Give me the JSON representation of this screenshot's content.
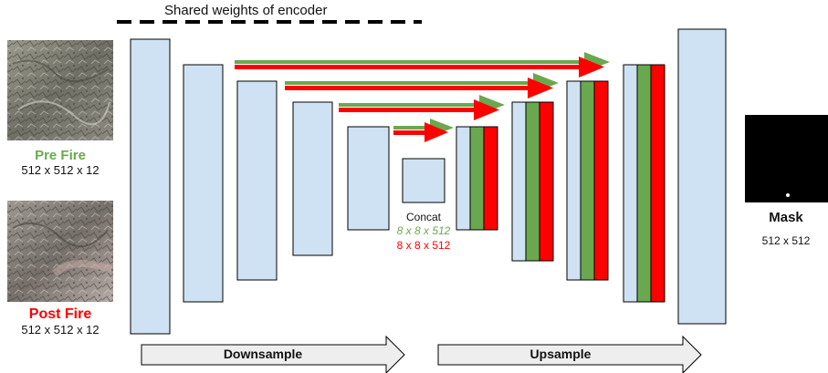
{
  "diagram": {
    "shared_weights_label": "Shared weights of encoder",
    "inputs": {
      "pre": {
        "name": "Pre Fire",
        "size": "512 x 512 x 12"
      },
      "post": {
        "name": "Post Fire",
        "size": "512 x 512 x 12"
      }
    },
    "concat": {
      "title": "Concat",
      "line_pre": "8 x 8 x 512",
      "line_post": "8 x 8 x 512"
    },
    "output": {
      "name": "Mask",
      "size": "512 x 512"
    },
    "downsample_label": "Downsample",
    "upsample_label": "Upsample"
  },
  "colors": {
    "block_fill": "#cfe2f3",
    "pre_green": "#6aa84f",
    "post_red": "#ff0000",
    "arrow_fill": "#eeeeee",
    "mask_fill": "#000000"
  }
}
